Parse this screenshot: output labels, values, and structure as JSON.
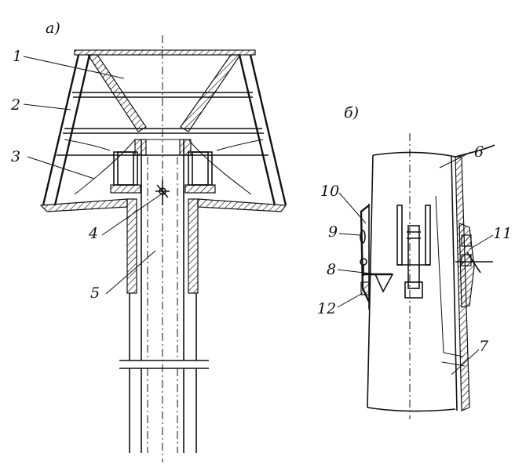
{
  "views": [
    {
      "id": "a",
      "label": "а)"
    },
    {
      "id": "b",
      "label": "б)"
    }
  ],
  "callouts": [
    "1",
    "2",
    "3",
    "4",
    "5",
    "6",
    "7",
    "8",
    "9",
    "10",
    "11",
    "12"
  ]
}
